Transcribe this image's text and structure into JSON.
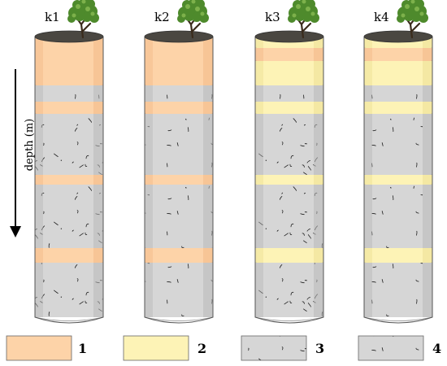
{
  "axis": {
    "label": "depth (m)"
  },
  "colors": {
    "orange": "#fdd3a8",
    "orange_dark": "#f2b987",
    "yellow": "#fdf3b6",
    "yellow_dark": "#ecdf93",
    "gray": "#d6d6d6",
    "gray_dark": "#b9b9b9",
    "top_soil": "#4a4741",
    "tree_leaf": "#4e8a2c",
    "tree_trunk": "#3a2b1c"
  },
  "columns": [
    {
      "label": "k1",
      "layers": [
        {
          "type": "orange",
          "from": 0,
          "to": 60
        },
        {
          "type": "gray4",
          "from": 60,
          "to": 80
        },
        {
          "type": "orange",
          "from": 80,
          "to": 95
        },
        {
          "type": "gray3",
          "from": 95,
          "to": 170
        },
        {
          "type": "orange",
          "from": 170,
          "to": 182
        },
        {
          "type": "gray3",
          "from": 182,
          "to": 260
        },
        {
          "type": "orange",
          "from": 260,
          "to": 278
        },
        {
          "type": "gray3",
          "from": 278,
          "to": 345
        }
      ]
    },
    {
      "label": "k2",
      "layers": [
        {
          "type": "orange",
          "from": 0,
          "to": 60
        },
        {
          "type": "gray4",
          "from": 60,
          "to": 80
        },
        {
          "type": "orange",
          "from": 80,
          "to": 95
        },
        {
          "type": "gray4",
          "from": 95,
          "to": 170
        },
        {
          "type": "orange",
          "from": 170,
          "to": 182
        },
        {
          "type": "gray4",
          "from": 182,
          "to": 260
        },
        {
          "type": "orange",
          "from": 260,
          "to": 278
        },
        {
          "type": "gray4",
          "from": 278,
          "to": 345
        }
      ]
    },
    {
      "label": "k3",
      "layers": [
        {
          "type": "yellow",
          "from": 0,
          "to": 14
        },
        {
          "type": "orange",
          "from": 14,
          "to": 30
        },
        {
          "type": "yellow",
          "from": 30,
          "to": 60
        },
        {
          "type": "gray4",
          "from": 60,
          "to": 80
        },
        {
          "type": "yellow",
          "from": 80,
          "to": 95
        },
        {
          "type": "gray3",
          "from": 95,
          "to": 170
        },
        {
          "type": "yellow",
          "from": 170,
          "to": 182
        },
        {
          "type": "gray3",
          "from": 182,
          "to": 260
        },
        {
          "type": "yellow",
          "from": 260,
          "to": 278
        },
        {
          "type": "gray3",
          "from": 278,
          "to": 345
        }
      ]
    },
    {
      "label": "k4",
      "layers": [
        {
          "type": "yellow",
          "from": 0,
          "to": 14
        },
        {
          "type": "orange",
          "from": 14,
          "to": 30
        },
        {
          "type": "yellow",
          "from": 30,
          "to": 60
        },
        {
          "type": "gray4",
          "from": 60,
          "to": 80
        },
        {
          "type": "yellow",
          "from": 80,
          "to": 95
        },
        {
          "type": "gray4",
          "from": 95,
          "to": 170
        },
        {
          "type": "yellow",
          "from": 170,
          "to": 182
        },
        {
          "type": "gray4",
          "from": 182,
          "to": 260
        },
        {
          "type": "yellow",
          "from": 260,
          "to": 278
        },
        {
          "type": "gray4",
          "from": 278,
          "to": 345
        }
      ]
    }
  ],
  "legend": [
    {
      "type": "orange",
      "label": "1"
    },
    {
      "type": "yellow",
      "label": "2"
    },
    {
      "type": "gray3",
      "label": "3"
    },
    {
      "type": "gray4",
      "label": "4"
    }
  ]
}
